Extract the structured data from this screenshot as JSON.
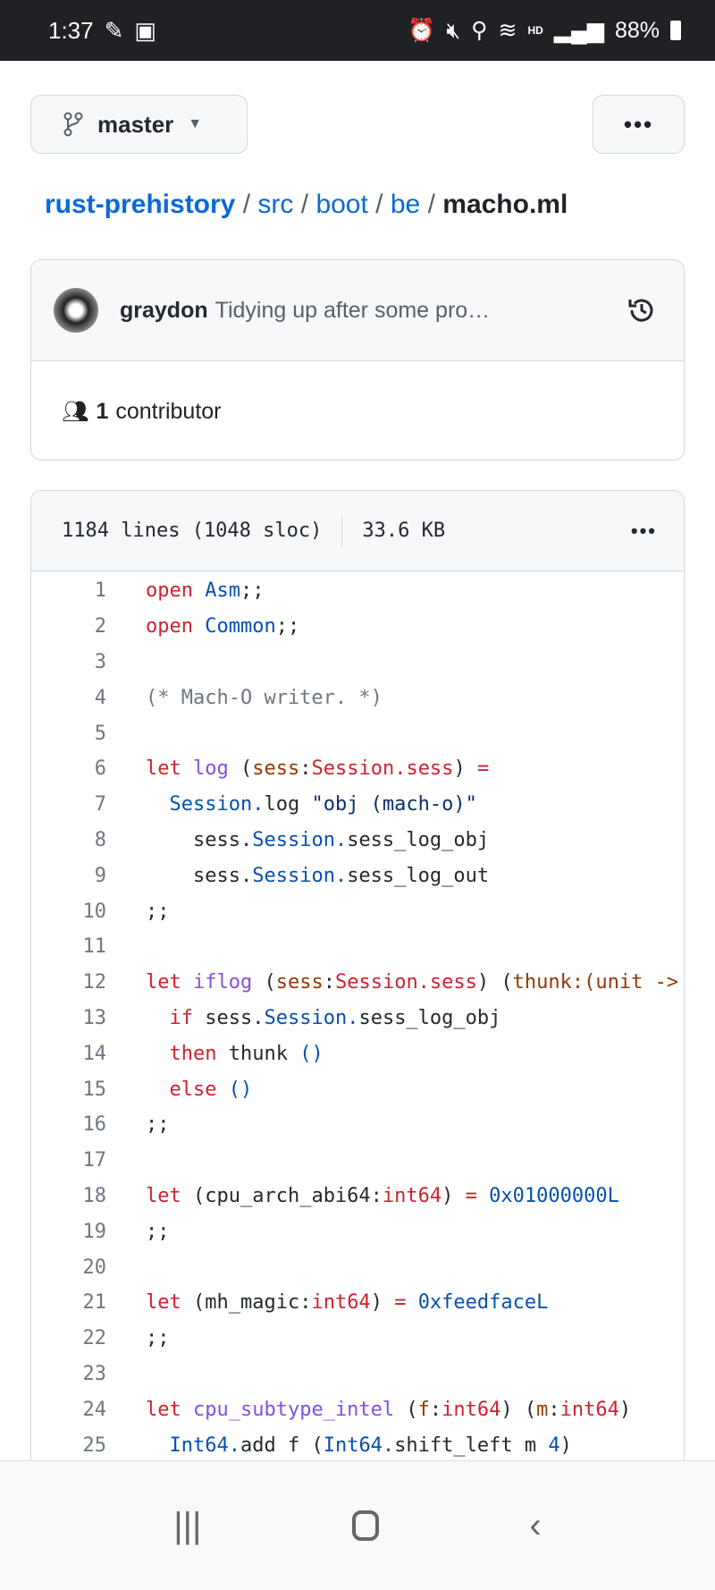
{
  "status": {
    "time": "1:37",
    "battery": "88%",
    "hd": "HD"
  },
  "branch": {
    "name": "master"
  },
  "more_label": "•••",
  "breadcrumb": {
    "repo": "rust-prehistory",
    "parts": [
      "src",
      "boot",
      "be"
    ],
    "sep": "/",
    "file": "macho.ml"
  },
  "commit": {
    "author": "graydon",
    "message": "Tidying up after some pro…",
    "contributors_count": "1",
    "contributors_label": "contributor"
  },
  "file": {
    "lines": "1184 lines (1048 sloc)",
    "size": "33.6 KB",
    "menu": "•••"
  },
  "code": [
    [
      [
        "open",
        "k"
      ],
      [
        " "
      ],
      [
        "Asm",
        "m"
      ],
      [
        ";;"
      ]
    ],
    [
      [
        "open",
        "k"
      ],
      [
        " "
      ],
      [
        "Common",
        "m"
      ],
      [
        ";;"
      ]
    ],
    [],
    [
      [
        "(* Mach-O writer. *)",
        "c"
      ]
    ],
    [],
    [
      [
        "let",
        "k"
      ],
      [
        " "
      ],
      [
        "log",
        "f"
      ],
      [
        " ("
      ],
      [
        "sess",
        "p"
      ],
      [
        ":"
      ],
      [
        "Session.sess",
        "k"
      ],
      [
        ") "
      ],
      [
        "=",
        "k"
      ]
    ],
    [
      [
        "  "
      ],
      [
        "Session.",
        "m"
      ],
      [
        "log "
      ],
      [
        "\"obj (mach-o)\"",
        "s"
      ]
    ],
    [
      [
        "    sess."
      ],
      [
        "Session.",
        "m"
      ],
      [
        "sess_log_obj"
      ]
    ],
    [
      [
        "    sess."
      ],
      [
        "Session.",
        "m"
      ],
      [
        "sess_log_out"
      ]
    ],
    [
      [
        ";;"
      ]
    ],
    [],
    [
      [
        "let",
        "k"
      ],
      [
        " "
      ],
      [
        "iflog",
        "f"
      ],
      [
        " ("
      ],
      [
        "sess",
        "p"
      ],
      [
        ":"
      ],
      [
        "Session.sess",
        "k"
      ],
      [
        ") ("
      ],
      [
        "thunk:(unit -> unit)",
        "p"
      ],
      [
        ")"
      ]
    ],
    [
      [
        "  "
      ],
      [
        "if",
        "k"
      ],
      [
        " sess."
      ],
      [
        "Session.",
        "m"
      ],
      [
        "sess_log_obj"
      ]
    ],
    [
      [
        "  "
      ],
      [
        "then",
        "k"
      ],
      [
        " thunk "
      ],
      [
        "()",
        "m"
      ]
    ],
    [
      [
        "  "
      ],
      [
        "else",
        "k"
      ],
      [
        " "
      ],
      [
        "()",
        "m"
      ]
    ],
    [
      [
        ";;"
      ]
    ],
    [],
    [
      [
        "let",
        "k"
      ],
      [
        " (cpu_arch_abi64:"
      ],
      [
        "int64",
        "k"
      ],
      [
        ") "
      ],
      [
        "=",
        "k"
      ],
      [
        " "
      ],
      [
        "0x01000000L",
        "m"
      ]
    ],
    [
      [
        ";;"
      ]
    ],
    [],
    [
      [
        "let",
        "k"
      ],
      [
        " (mh_magic:"
      ],
      [
        "int64",
        "k"
      ],
      [
        ") "
      ],
      [
        "=",
        "k"
      ],
      [
        " "
      ],
      [
        "0xfeedfaceL",
        "m"
      ]
    ],
    [
      [
        ";;"
      ]
    ],
    [],
    [
      [
        "let",
        "k"
      ],
      [
        " "
      ],
      [
        "cpu_subtype_intel",
        "f"
      ],
      [
        " ("
      ],
      [
        "f",
        "p"
      ],
      [
        ":"
      ],
      [
        "int64",
        "k"
      ],
      [
        ") ("
      ],
      [
        "m",
        "p"
      ],
      [
        ":"
      ],
      [
        "int64",
        "k"
      ],
      [
        ")"
      ]
    ],
    [
      [
        "  "
      ],
      [
        "Int64.",
        "m"
      ],
      [
        "add f ("
      ],
      [
        "Int64.",
        "m"
      ],
      [
        "shift_left m "
      ],
      [
        "4",
        "m"
      ],
      [
        ")"
      ]
    ]
  ]
}
